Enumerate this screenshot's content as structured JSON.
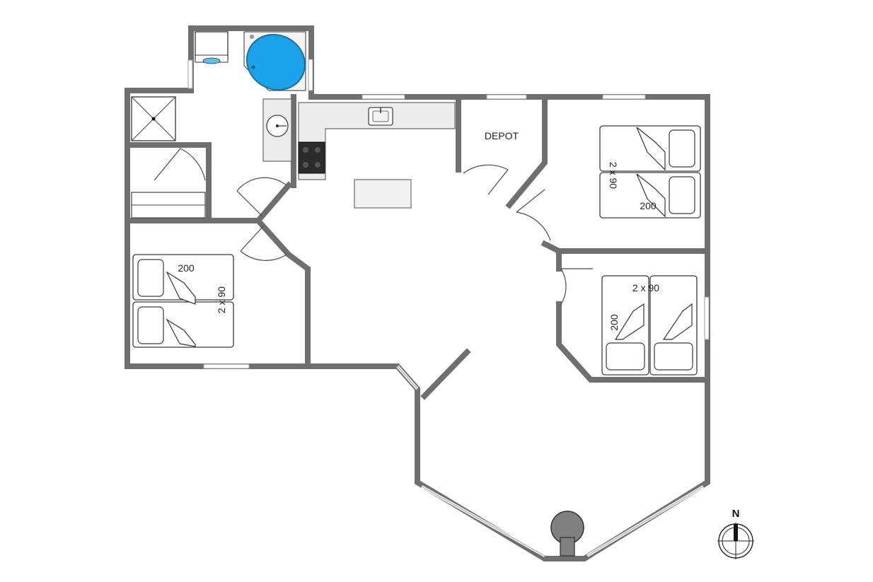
{
  "labels": {
    "depot": "DEPOT",
    "bed_top_right_size": "2 x 90",
    "bed_top_right_length": "200",
    "bed_left_size": "2 x 90",
    "bed_left_length": "200",
    "bed_bottom_right_size": "2 x 90",
    "bed_bottom_right_length": "200"
  },
  "compass": {
    "north_label": "N"
  },
  "colors": {
    "wall": "#6f6f6f",
    "bathtub": "#1aa3e8",
    "counter": "#ececec",
    "fireplace": "#808080"
  },
  "icons": {
    "shower": "shower-icon",
    "bathtub": "bathtub-icon",
    "sink": "sink-icon",
    "stove": "stove-icon",
    "washing_machine": "washing-machine-icon",
    "fireplace": "fireplace-icon",
    "compass": "compass-icon"
  }
}
